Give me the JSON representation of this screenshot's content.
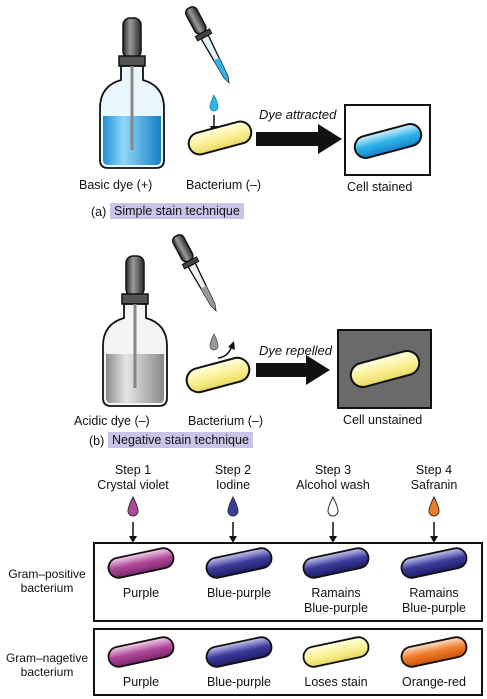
{
  "simple": {
    "basic_dye": "Basic dye (+)",
    "bacterium": "Bacterium (–)",
    "attracted": "Dye attracted",
    "result": "Cell stained",
    "letter": "(a)",
    "title": "Simple stain technique"
  },
  "negative": {
    "acidic_dye": "Acidic dye (–)",
    "bacterium": "Bacterium (–)",
    "repelled": "Dye repelled",
    "result": "Cell unstained",
    "letter": "(b)",
    "title": "Negative stain technique"
  },
  "gram": {
    "steps": [
      {
        "step": "Step 1",
        "name": "Crystal violet",
        "color": "#b0489a"
      },
      {
        "step": "Step 2",
        "name": "Iodine",
        "color": "#3b3c9c"
      },
      {
        "step": "Step 3",
        "name": "Alcohol wash",
        "color": "#ffffff"
      },
      {
        "step": "Step 4",
        "name": "Safranin",
        "color": "#f07c2a"
      }
    ],
    "positive": {
      "label_1": "Gram–positive",
      "label_2": "bacterium",
      "results": [
        {
          "l1": "Purple",
          "l2": ""
        },
        {
          "l1": "Blue-purple",
          "l2": ""
        },
        {
          "l1": "Ramains",
          "l2": "Blue-purple"
        },
        {
          "l1": "Ramains",
          "l2": "Blue-purple"
        }
      ]
    },
    "negative": {
      "label_1": "Gram–nagetive",
      "label_2": "bacterium",
      "results": [
        {
          "l1": "Purple",
          "l2": ""
        },
        {
          "l1": "Blue-purple",
          "l2": ""
        },
        {
          "l1": "Loses stain",
          "l2": ""
        },
        {
          "l1": "Orange-red",
          "l2": ""
        }
      ]
    }
  },
  "colors": {
    "basic_dye": "#2fb4ea",
    "acidic_dye": "#b9b9b9",
    "bacterium": "#fbf39a",
    "purple": "#b0489a",
    "blue_purple": "#3b3c9c",
    "orange_red": "#f07c2a",
    "highlight": "#c9c4e8"
  },
  "icons": [
    "dropper-icon",
    "bottle-icon",
    "drop-icon",
    "arrow-icon",
    "bacterium-icon"
  ]
}
